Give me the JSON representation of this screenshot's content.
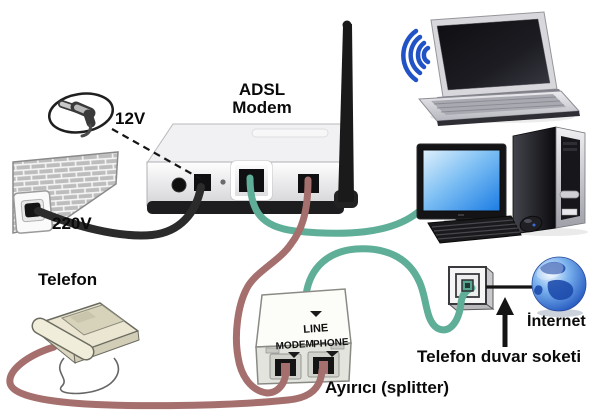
{
  "labels": {
    "modem_line1": "ADSL",
    "modem_line2": "Modem",
    "adapter_voltage": "12V",
    "outlet_voltage": "220V",
    "telephone": "Telefon",
    "internet": "İnternet",
    "wall_socket": "Telefon duvar soketi",
    "splitter": "Ayırıcı (splitter)"
  },
  "splitter_ports": {
    "line": "LINE",
    "modem": "MODEM",
    "phone": "PHONE"
  },
  "colors": {
    "power_cable": "#2b2b2b",
    "lan_cable": "#5fae97",
    "phone_cable": "#a56f6d",
    "wifi": "#2253c6",
    "monitor_screen_top": "#dff0fc",
    "monitor_screen_bottom": "#1b7ce4"
  },
  "icon_names": {
    "power_plug": "dc-power-plug-icon",
    "wall_outlet": "wall-outlet-icon",
    "modem": "adsl-modem-icon",
    "antenna": "antenna-icon",
    "wifi": "wifi-signal-icon",
    "laptop": "laptop-icon",
    "desktop": "desktop-computer-icon",
    "telephone": "telephone-icon",
    "splitter": "phone-splitter-icon",
    "wall_socket": "telephone-wall-socket-icon",
    "globe": "internet-globe-icon"
  }
}
